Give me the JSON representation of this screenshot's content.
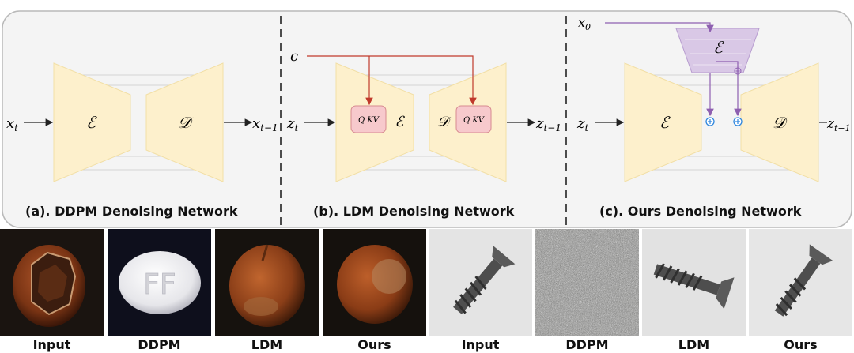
{
  "panels": [
    {
      "caption": "(a). DDPM Denoising Network"
    },
    {
      "caption": "(b). LDM Denoising Network"
    },
    {
      "caption": "(c). Ours Denoising Network"
    }
  ],
  "symbols": {
    "xt": "x",
    "xt_sub": "t",
    "xt1": "x",
    "xt1_sub": "t−1",
    "zt": "z",
    "zt_sub": "t",
    "zt1": "z",
    "zt1_sub": "t−1",
    "c": "c",
    "x0": "x",
    "x0_sub": "0",
    "encoder": "ℰ",
    "decoder": "𝒟",
    "qkv": "Q KV"
  },
  "photos": [
    {
      "label": "Input"
    },
    {
      "label": "DDPM"
    },
    {
      "label": "LDM"
    },
    {
      "label": "Ours"
    },
    {
      "label": "Input"
    },
    {
      "label": "DDPM"
    },
    {
      "label": "LDM"
    },
    {
      "label": "Ours"
    }
  ],
  "pill_letters": "FF",
  "colors": {
    "block_fill": "#fdf0cc",
    "qkv_fill": "#f7c9cc",
    "qkv_stroke": "#d78a90",
    "condition_line": "#c0392b",
    "ours_encoder_fill": "#d9c8e6",
    "ours_line": "#8e5fb0",
    "plus_circle": "#2e86de"
  }
}
